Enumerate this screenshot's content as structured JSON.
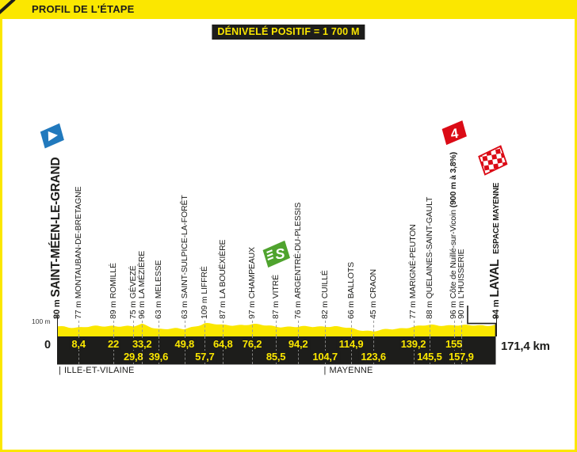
{
  "header": {
    "title": "PROFIL DE L'ÉTAPE"
  },
  "badge": {
    "text": "DÉNIVELÉ POSITIF = 1 700 M"
  },
  "axis": {
    "y_tick": "100 m",
    "start_label": "0",
    "total_label": "171,4 km"
  },
  "departments": [
    {
      "divider": "|",
      "name": "ILLE-ET-VILAINE",
      "km": 0.6
    },
    {
      "divider": "|",
      "name": "MAYENNE",
      "km": 104.2
    }
  ],
  "icons": {
    "sprint_label": "S",
    "climb_label": "4"
  },
  "colors": {
    "yellow": "#FBE700",
    "black": "#1D1D1B",
    "blue": "#2179BD",
    "green": "#4FA32E",
    "red": "#DB0B16",
    "gray": "#9B9B9B"
  },
  "chart_data": {
    "type": "area",
    "title": "Profil de l'étape — Saint-Méen-le-Grand → Laval Espace Mayenne",
    "xlabel": "km",
    "ylabel": "élévation (m)",
    "xlim": [
      0,
      171.4
    ],
    "total_km": 171.4,
    "y_gridline_m": 100,
    "elevation_gain_m": 1700,
    "waypoints": [
      {
        "km": 0,
        "elev": 80,
        "elev_label": "80 m",
        "name": "SAINT-MÉEN-LE-GRAND",
        "type": "start",
        "row": "none"
      },
      {
        "km": 8.4,
        "elev": 77,
        "elev_label": "77 m",
        "name": "MONTAUBAN-DE-BRETAGNE",
        "type": "pass",
        "row": "top",
        "km_label": "8,4"
      },
      {
        "km": 22,
        "elev": 89,
        "elev_label": "89 m",
        "name": "ROMILLÉ",
        "type": "pass",
        "row": "top",
        "km_label": "22"
      },
      {
        "km": 29.8,
        "elev": 75,
        "elev_label": "75 m",
        "name": "GÉVEZÉ",
        "type": "pass",
        "row": "bottom",
        "km_label": "29,8"
      },
      {
        "km": 33.2,
        "elev": 96,
        "elev_label": "96 m",
        "name": "LA MÉZIÈRE",
        "type": "pass",
        "row": "top",
        "km_label": "33,2"
      },
      {
        "km": 39.6,
        "elev": 63,
        "elev_label": "63 m",
        "name": "MELESSE",
        "type": "pass",
        "row": "bottom",
        "km_label": "39,6"
      },
      {
        "km": 49.8,
        "elev": 63,
        "elev_label": "63 m",
        "name": "SAINT-SULPICE-LA-FORÊT",
        "type": "pass",
        "row": "top",
        "km_label": "49,8"
      },
      {
        "km": 57.7,
        "elev": 109,
        "elev_label": "109 m",
        "name": "LIFFRÉ",
        "type": "pass",
        "row": "bottom",
        "km_label": "57,7"
      },
      {
        "km": 64.8,
        "elev": 87,
        "elev_label": "87 m",
        "name": "LA BOUËXIÈRE",
        "type": "pass",
        "row": "top",
        "km_label": "64,8"
      },
      {
        "km": 76.2,
        "elev": 97,
        "elev_label": "97 m",
        "name": "CHAMPEAUX",
        "type": "pass",
        "row": "top",
        "km_label": "76,2"
      },
      {
        "km": 85.5,
        "elev": 87,
        "elev_label": "87 m",
        "name": "VITRÉ",
        "type": "sprint",
        "row": "bottom",
        "km_label": "85,5"
      },
      {
        "km": 94.2,
        "elev": 76,
        "elev_label": "76 m",
        "name": "ARGENTRÉ-DU-PLESSIS",
        "type": "pass",
        "row": "top",
        "km_label": "94,2"
      },
      {
        "km": 104.7,
        "elev": 82,
        "elev_label": "82 m",
        "name": "CUILLÉ",
        "type": "pass",
        "row": "bottom",
        "km_label": "104,7"
      },
      {
        "km": 114.9,
        "elev": 66,
        "elev_label": "66 m",
        "name": "BALLOTS",
        "type": "pass",
        "row": "top",
        "km_label": "114,9"
      },
      {
        "km": 123.6,
        "elev": 45,
        "elev_label": "45 m",
        "name": "CRAON",
        "type": "pass",
        "row": "bottom",
        "km_label": "123,6"
      },
      {
        "km": 139.2,
        "elev": 77,
        "elev_label": "77 m",
        "name": "MARIGNÉ-PEUTON",
        "type": "pass",
        "row": "top",
        "km_label": "139,2"
      },
      {
        "km": 145.5,
        "elev": 88,
        "elev_label": "88 m",
        "name": "QUELAINES-SAINT-GAULT",
        "type": "pass",
        "row": "bottom",
        "km_label": "145,5"
      },
      {
        "km": 155,
        "elev": 96,
        "elev_label": "96 m",
        "name": "Côte de Nuillé-sur-Vicoin",
        "name_suffix": "(900 m à 3,8%)",
        "type": "climb4",
        "row": "top",
        "km_label": "155"
      },
      {
        "km": 157.9,
        "elev": 90,
        "elev_label": "90 m",
        "name": "L'HUISSERIE",
        "type": "pass",
        "row": "bottom",
        "km_label": "157,9"
      },
      {
        "km": 171.4,
        "elev": 94,
        "elev_label": "94 m",
        "name": "LAVAL",
        "name_suffix": "ESPACE MAYENNE",
        "type": "finish",
        "row": "none"
      }
    ]
  }
}
